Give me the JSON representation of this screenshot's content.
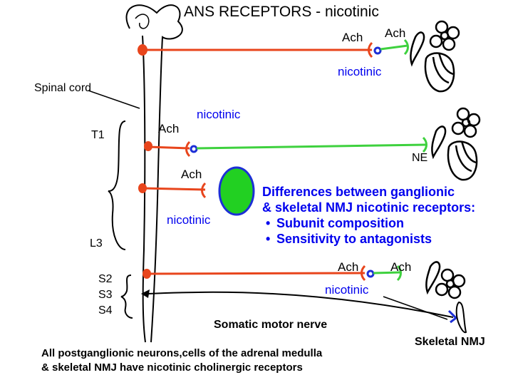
{
  "title": "ANS RECEPTORS - nicotinic",
  "labels": {
    "spinal_cord": "Spinal cord",
    "t1": "T1",
    "l3": "L3",
    "s2": "S2",
    "s3": "S3",
    "s4": "S4",
    "ach_top_pre": "Ach",
    "ach_top_post": "Ach",
    "nicotinic_top": "nicotinic",
    "ach_t1": "Ach",
    "nicotinic_t1": "nicotinic",
    "ne_t1": "NE",
    "ach_adrenal": "Ach",
    "nicotinic_adrenal": "nicotinic",
    "ach_sacral_pre": "Ach",
    "ach_sacral_post": "Ach",
    "nicotinic_sacral": "nicotinic",
    "somatic_motor_nerve": "Somatic motor nerve",
    "skeletal_nmj": "Skeletal NMJ"
  },
  "differences": {
    "heading_line1": "Differences between ganglionic",
    "heading_line2": "& skeletal NMJ nicotinic receptors:",
    "items": [
      "Subunit composition",
      "Sensitivity to antagonists"
    ]
  },
  "footer": {
    "line1": "All postganglionic neurons,cells of the adrenal medulla",
    "line2": "& skeletal NMJ have nicotinic cholinergic receptors"
  },
  "colors": {
    "preganglionic": "#e8451c",
    "postganglionic": "#3ed13e",
    "receptor": "#1d2fd6",
    "adrenal_fill": "#22d022",
    "text_blue": "#0000ee",
    "outline": "#000000"
  }
}
